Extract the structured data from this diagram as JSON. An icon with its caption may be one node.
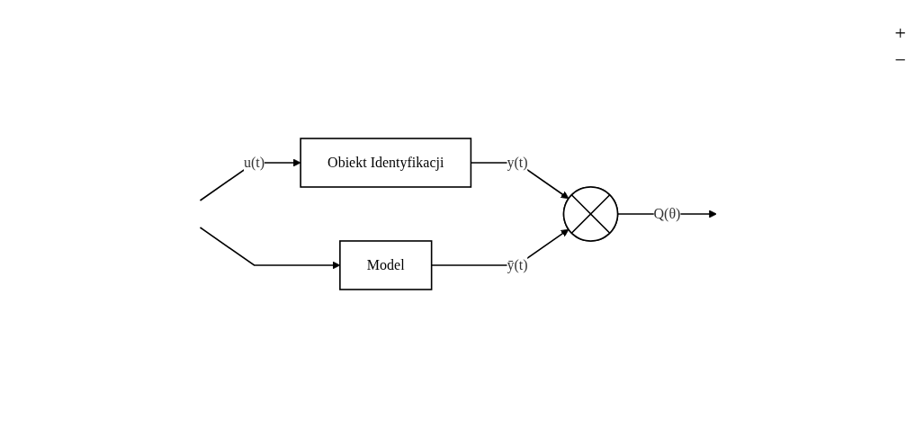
{
  "diagram": {
    "nodes": [
      {
        "text": [
          "Obiekt Identyfikacji"
        ]
      },
      {
        "text": [
          "Model"
        ]
      },
      {
        "text": [],
        "shape": "circle"
      }
    ],
    "edges": [
      {
        "from": null,
        "to": 0,
        "arrow": "to",
        "label": "u(t)"
      },
      {
        "from": null,
        "to": 1,
        "arrow": "to"
      },
      {
        "from": 0,
        "to": 2,
        "arrow": "to",
        "label": "y(t)"
      },
      {
        "from": 1,
        "to": 2,
        "arrow": "to",
        "label": "ȳ(t)"
      },
      {
        "from": 2,
        "to": null,
        "arrow": "to",
        "label": "Q(θ)"
      }
    ],
    "labels": [
      "+",
      "−"
    ]
  }
}
